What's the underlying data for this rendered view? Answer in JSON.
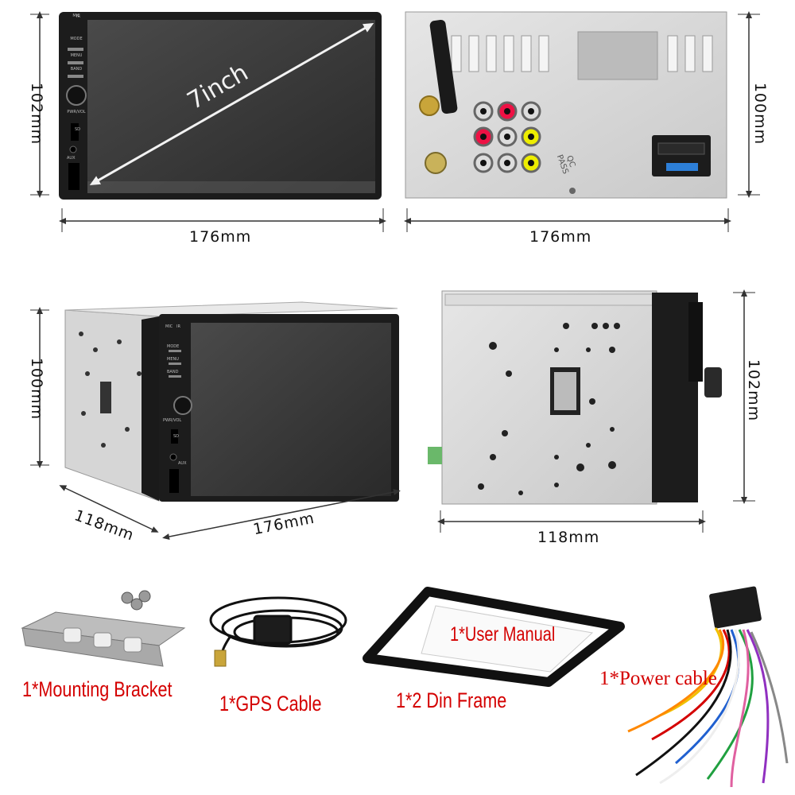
{
  "front_view": {
    "diagonal_label": "7inch",
    "width_label": "176mm",
    "height_label": "102mm",
    "buttons": [
      "MIC",
      "IR",
      "MODE",
      "MENU",
      "BAND",
      "PWR/VOL",
      "SD",
      "AUX"
    ]
  },
  "rear_view": {
    "width_label": "176mm",
    "height_label": "100mm",
    "qc_stamp": [
      "QC",
      "PASS"
    ]
  },
  "angled_view": {
    "height_label": "100mm",
    "depth_label": "118mm",
    "width_label": "176mm",
    "buttons": [
      "MIC",
      "IR",
      "MODE",
      "MENU",
      "BAND",
      "PWR/VOL",
      "SD",
      "AUX"
    ]
  },
  "side_view": {
    "height_label": "102mm",
    "depth_label": "118mm"
  },
  "accessories": {
    "mounting_bracket": "1*Mounting Bracket",
    "gps_cable": "1*GPS Cable",
    "din_frame": "1*2 Din  Frame",
    "user_manual": "1*User Manual",
    "power_cable": "1*Power cable"
  }
}
